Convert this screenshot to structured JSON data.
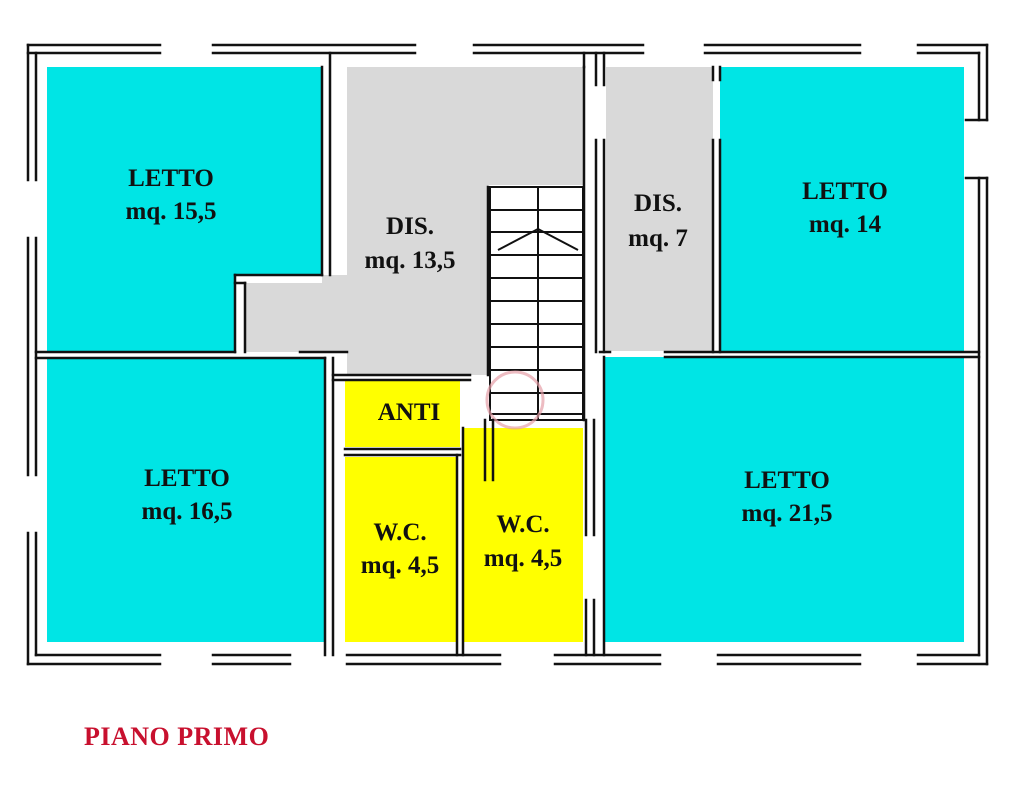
{
  "floor_title": "PIANO PRIMO",
  "colors": {
    "bedroom": "#00e5e5",
    "corridor": "#d9d9d9",
    "bathroom": "#ffff00",
    "wall": "#111111",
    "title": "#c8102e"
  },
  "rooms": {
    "letto_top_left": {
      "name": "LETTO",
      "area": "mq. 15,5"
    },
    "dis_center": {
      "name": "DIS.",
      "area": "mq. 13,5"
    },
    "dis_right": {
      "name": "DIS.",
      "area": "mq. 7"
    },
    "letto_top_right": {
      "name": "LETTO",
      "area": "mq. 14"
    },
    "anti": {
      "name": "ANTI"
    },
    "letto_bottom_left": {
      "name": "LETTO",
      "area": "mq. 16,5"
    },
    "wc_left": {
      "name": "W.C.",
      "area": "mq. 4,5"
    },
    "wc_right": {
      "name": "W.C.",
      "area": "mq. 4,5"
    },
    "letto_bottom_right": {
      "name": "LETTO",
      "area": "mq. 21,5"
    }
  }
}
